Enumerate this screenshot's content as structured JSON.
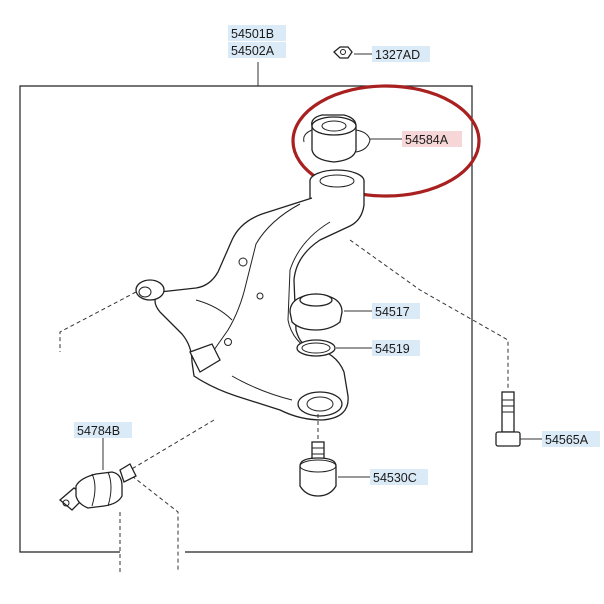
{
  "labels": {
    "control_arm_left": "54501B",
    "control_arm_right": "54502A",
    "nut": "1327AD",
    "bushing_highlighted": "54584A",
    "bumper": "54517",
    "ring": "54519",
    "bolt": "54565A",
    "rear_bushing": "54784B",
    "ball_joint": "54530C"
  },
  "highlight": {
    "color": "#a8201f",
    "target": "bushing_highlighted"
  }
}
